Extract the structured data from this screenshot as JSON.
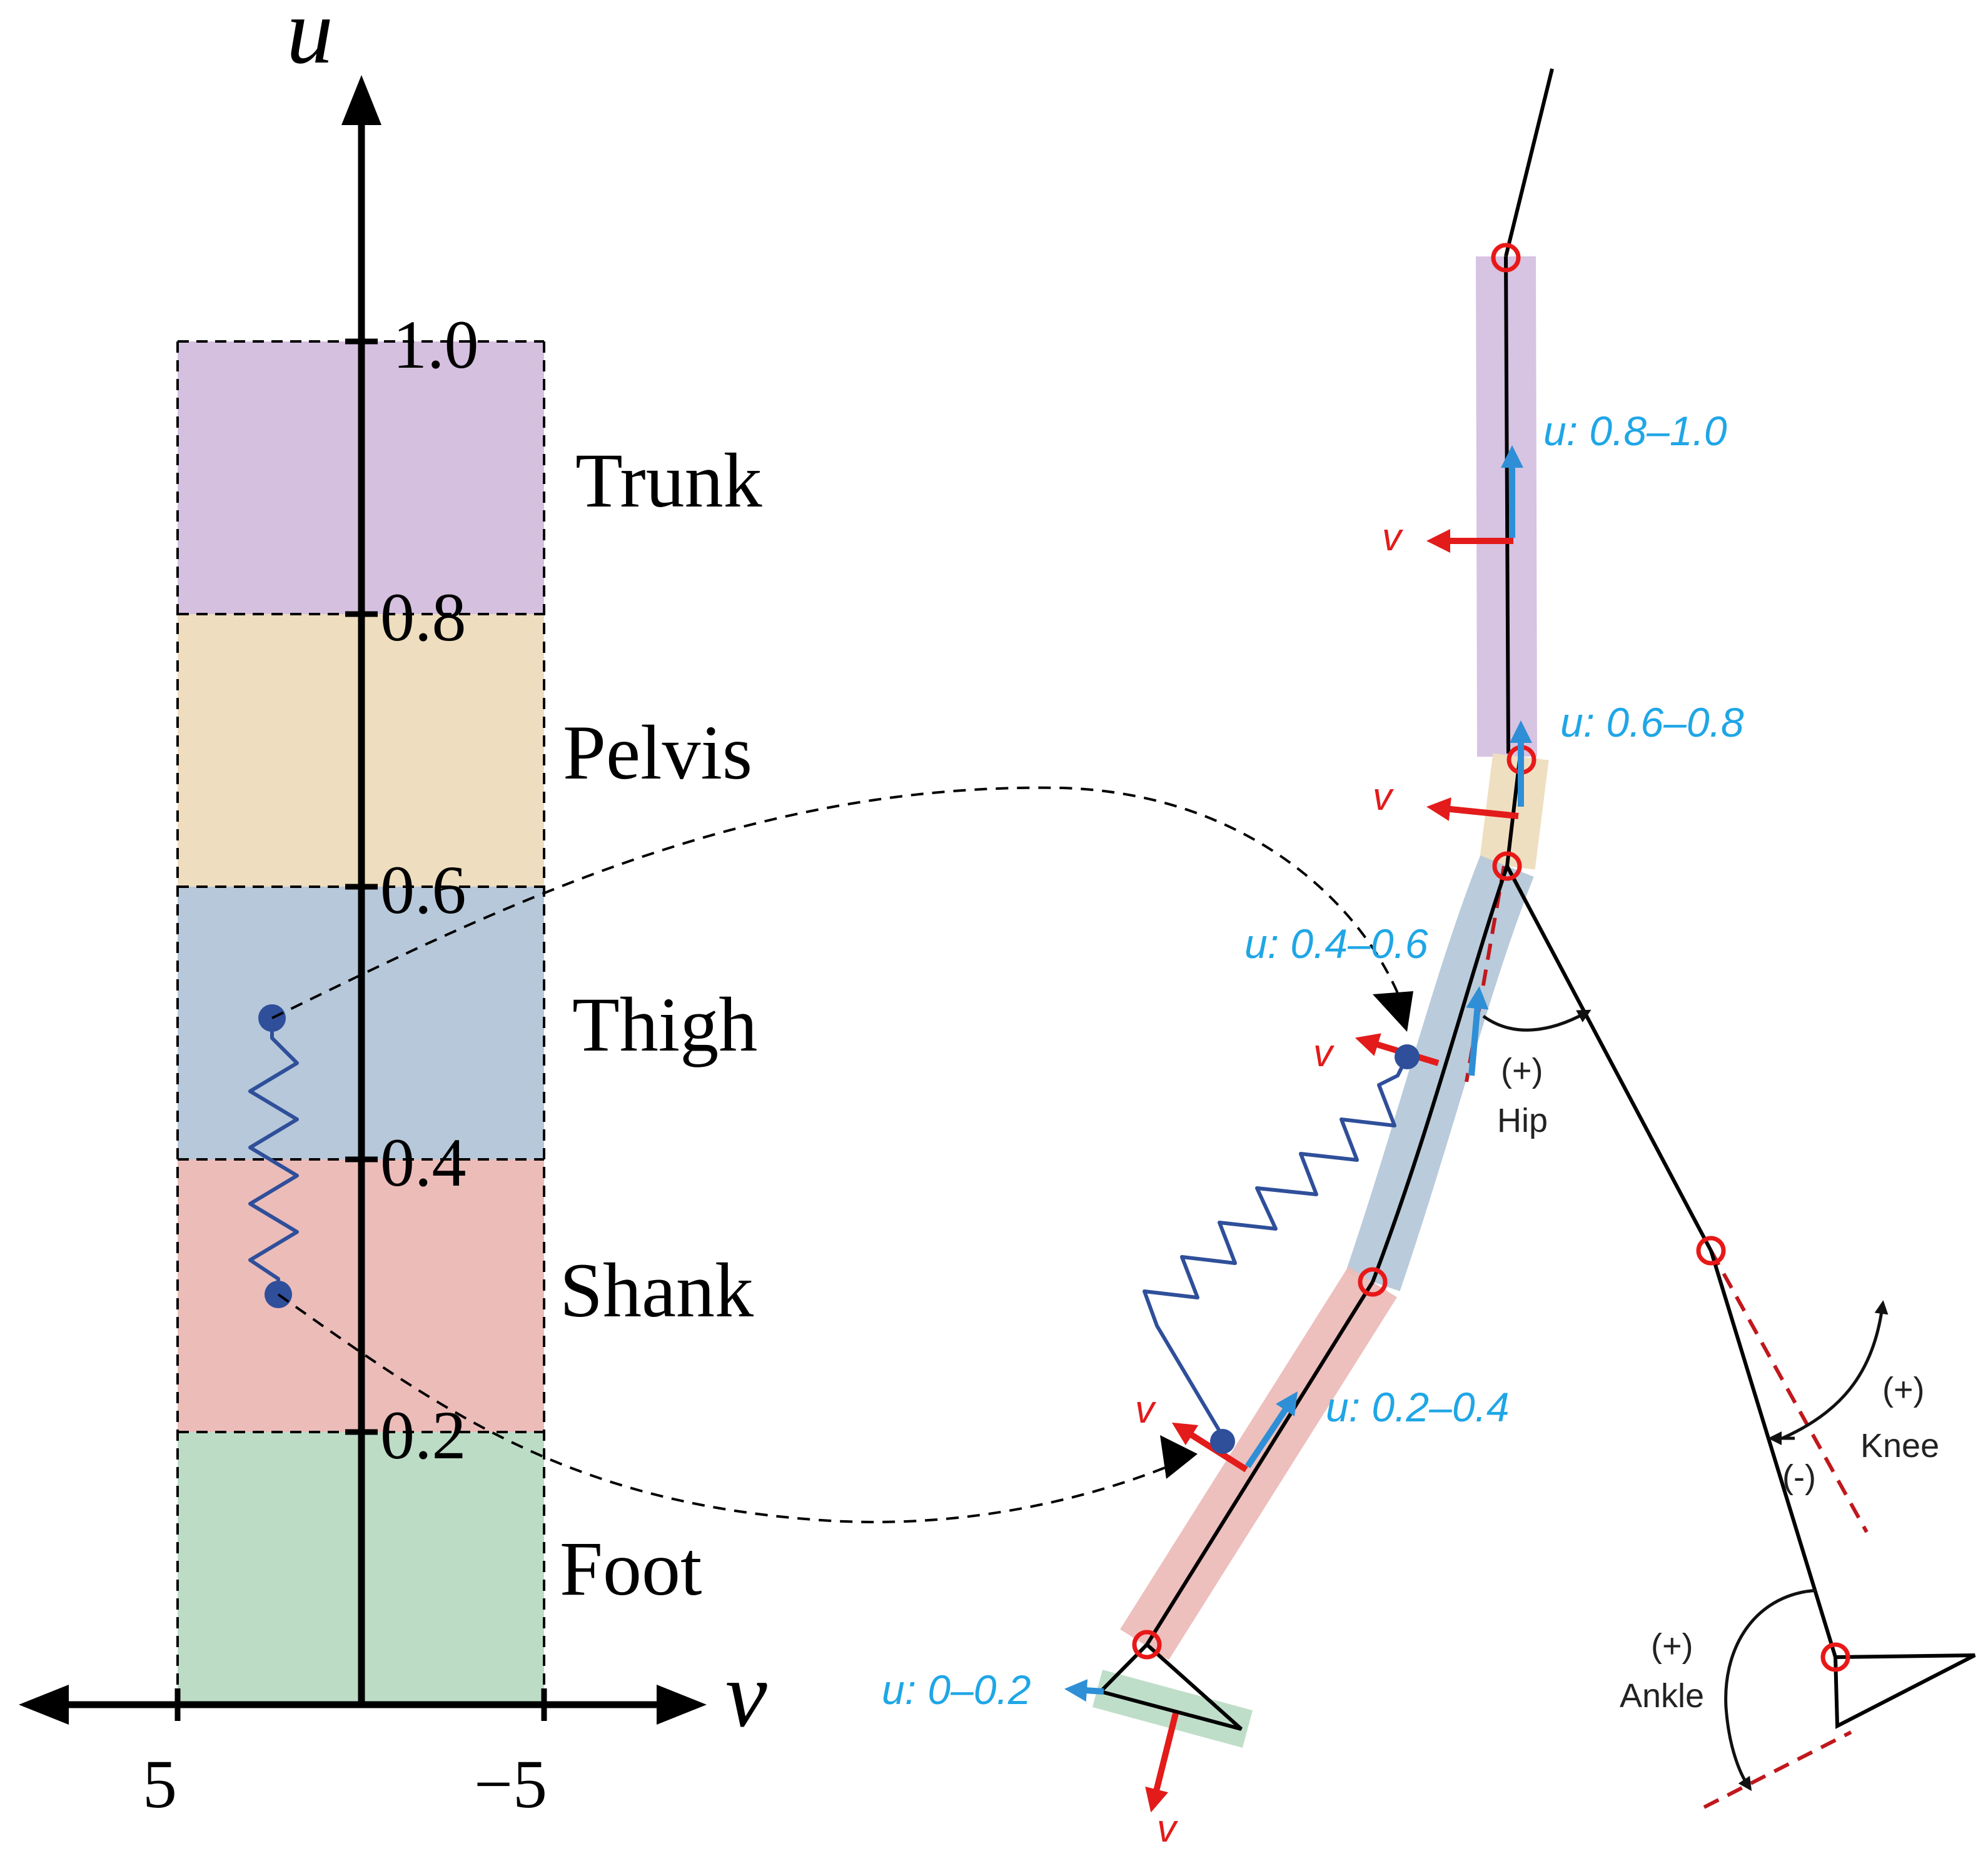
{
  "colors": {
    "trunk": "#d5c0e0",
    "pelvis": "#eeddbe",
    "thigh": "#b6c8d9",
    "shank": "#ecbcb9",
    "foot": "#bcdcc6",
    "u_arrow": "#2e8fd6",
    "v_arrow": "#e31b1b",
    "joint_marker": "#e81818",
    "spring": "#2f4f9a",
    "text_blue": "#1fa6e6"
  },
  "axes": {
    "u_label": "u",
    "v_label": "v",
    "v_left_tick": "5",
    "v_right_tick": "−5",
    "u_ticks": [
      "1.0",
      "0.8",
      "0.6",
      "0.4",
      "0.2"
    ]
  },
  "segments": [
    {
      "name": "Trunk",
      "u_range": [
        0.8,
        1.0
      ],
      "color_key": "trunk"
    },
    {
      "name": "Pelvis",
      "u_range": [
        0.6,
        0.8
      ],
      "color_key": "pelvis"
    },
    {
      "name": "Thigh",
      "u_range": [
        0.4,
        0.6
      ],
      "color_key": "thigh"
    },
    {
      "name": "Shank",
      "u_range": [
        0.2,
        0.4
      ],
      "color_key": "shank"
    },
    {
      "name": "Foot",
      "u_range": [
        0.0,
        0.2
      ],
      "color_key": "foot"
    }
  ],
  "body_labels": {
    "trunk_u": "u: 0.8–1.0",
    "pelvis_u": "u: 0.6–0.8",
    "thigh_u": "u: 0.4–0.6",
    "shank_u": "u: 0.2–0.4",
    "foot_u": "u: 0–0.2",
    "v": "v"
  },
  "joints": {
    "hip_sign": "(+)",
    "hip_name": "Hip",
    "knee_sign_pos": "(+)",
    "knee_sign_neg": "(-)",
    "knee_name": "Knee",
    "ankle_sign": "(+)",
    "ankle_name": "Ankle"
  }
}
